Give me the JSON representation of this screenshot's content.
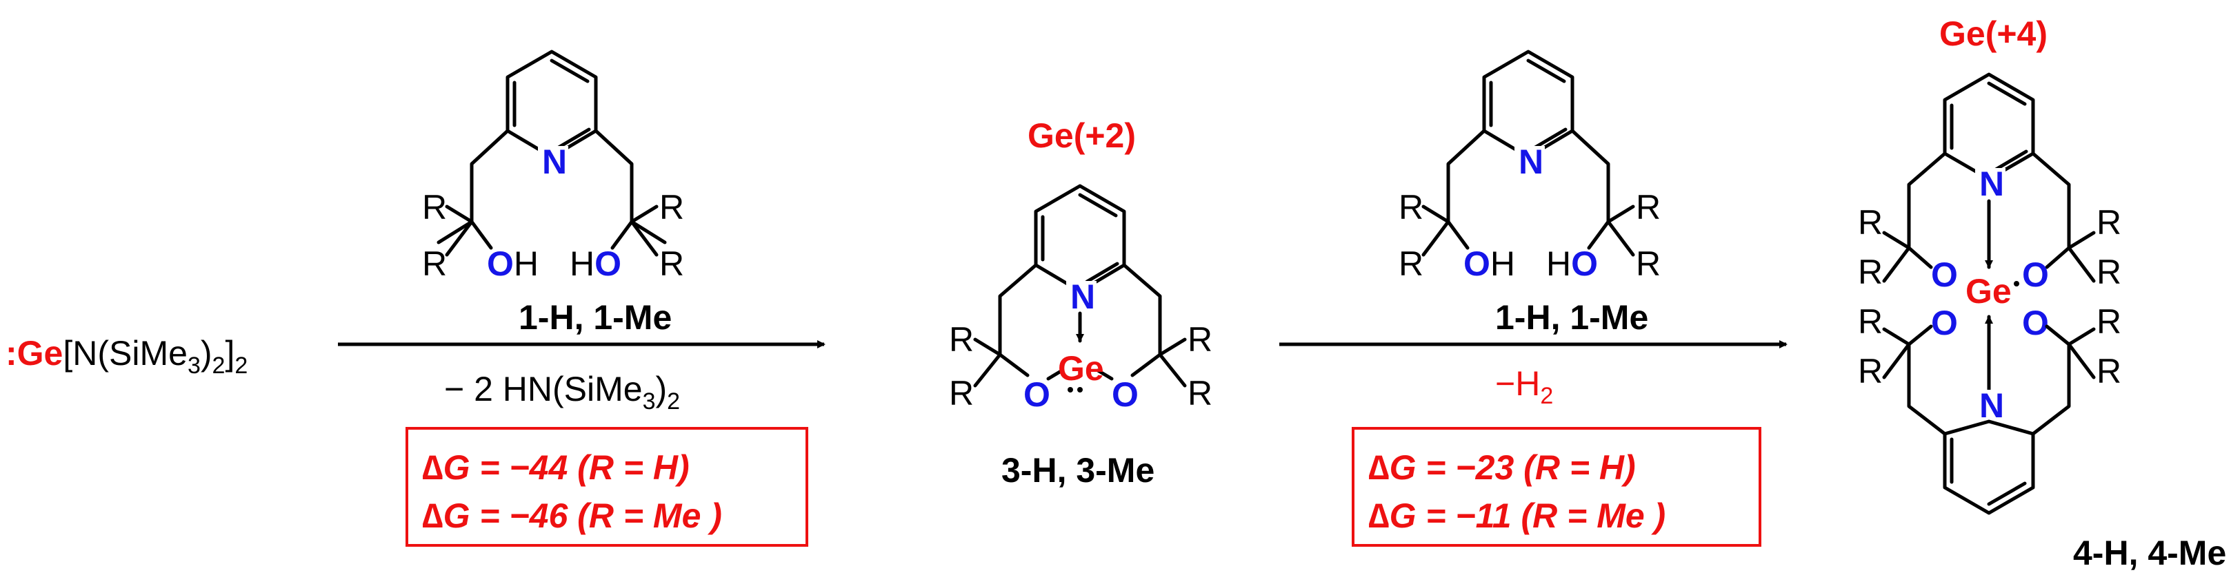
{
  "reactant": {
    "ge": ":Ge",
    "ligand_text": "[N(SiMe",
    "sub3": "3",
    "close": ")",
    "sub2a": "2",
    "bracket": "]",
    "sub2b": "2"
  },
  "step1": {
    "ligand_label": "1-H, 1-Me",
    "byproduct_pre": "− 2 HN(SiMe",
    "byproduct_sub3": "3",
    "byproduct_close": ")",
    "byproduct_sub2": "2",
    "dg_line1": "∆G = −44 (R = H)",
    "dg_line2": "∆G = −46 (R = Me )"
  },
  "intermediate": {
    "oxidation": "Ge(+2)",
    "label": "3-H, 3-Me",
    "ge": "Ge"
  },
  "step2": {
    "ligand_label": "1-H, 1-Me",
    "byproduct_pre": "−H",
    "byproduct_sub": "2",
    "dg_line1": "∆G = −23 (R = H)",
    "dg_line2": "∆G = −11 (R = Me )"
  },
  "product": {
    "oxidation": "Ge(+4)",
    "label": "4-H, 4-Me",
    "ge": "Ge"
  },
  "atoms": {
    "N": "N",
    "O": "O",
    "H": "H",
    "R": "R"
  }
}
